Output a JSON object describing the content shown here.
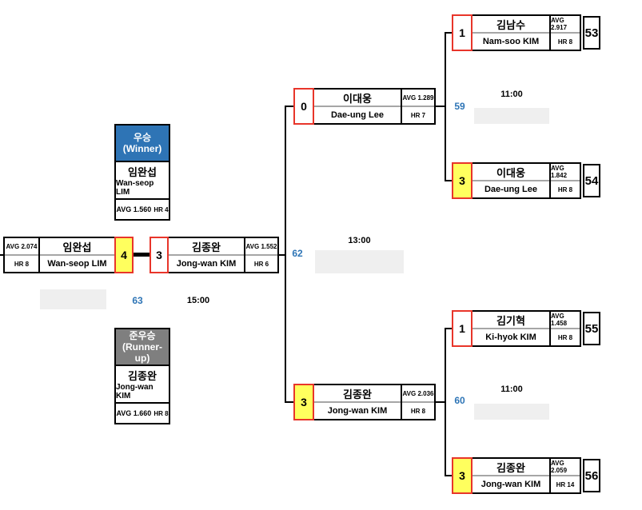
{
  "colors": {
    "blue": "#2e74b5",
    "gray": "#7f7f7f",
    "yellow": "#ffff5e",
    "red": "#e8352a",
    "numblue": "#2e75b6",
    "placeholder": "#efefef",
    "divider": "#a6a6a6"
  },
  "winner_panel": {
    "title_kr": "우승",
    "title_en": "(Winner)",
    "name_kr": "임완섭",
    "name_en": "Wan-seop LIM",
    "avg": "AVG 1.560",
    "hr": "HR 4"
  },
  "runnerup_panel": {
    "title_kr": "준우승",
    "title_en": "(Runner-up)",
    "name_kr": "김종완",
    "name_en": "Jong-wan KIM",
    "avg": "AVG 1.660",
    "hr": "HR 8"
  },
  "matches": {
    "m53": {
      "score": "1",
      "name_kr": "김남수",
      "name_en": "Nam-soo KIM",
      "avg": "AVG 2.917",
      "hr": "HR 8",
      "number": "53"
    },
    "m54": {
      "score": "3",
      "name_kr": "이대웅",
      "name_en": "Dae-ung Lee",
      "avg": "AVG 1.842",
      "hr": "HR 8",
      "number": "54"
    },
    "m55": {
      "score": "1",
      "name_kr": "김기혁",
      "name_en": "Ki-hyok KIM",
      "avg": "AVG 1.458",
      "hr": "HR 8",
      "number": "55"
    },
    "m56": {
      "score": "3",
      "name_kr": "김종완",
      "name_en": "Jong-wan KIM",
      "avg": "AVG 2.059",
      "hr": "HR 14",
      "number": "56"
    },
    "sf_top": {
      "score": "0",
      "name_kr": "이대웅",
      "name_en": "Dae-ung Lee",
      "avg": "AVG 1.289",
      "hr": "HR 7"
    },
    "sf_bottom": {
      "score": "3",
      "name_kr": "김종완",
      "name_en": "Jong-wan KIM",
      "avg": "AVG 2.036",
      "hr": "HR 8"
    },
    "final_left": {
      "score": "4",
      "name_kr": "임완섭",
      "name_en": "Wan-seop LIM",
      "avg": "AVG 2.074",
      "hr": "HR 8"
    },
    "final_right": {
      "score": "3",
      "name_kr": "김종완",
      "name_en": "Jong-wan KIM",
      "avg": "AVG 1.552",
      "hr": "HR 6"
    }
  },
  "schedule": {
    "g59": {
      "number": "59",
      "time": "11:00"
    },
    "g60": {
      "number": "60",
      "time": "11:00"
    },
    "g62": {
      "number": "62",
      "time": "13:00"
    },
    "g63": {
      "number": "63",
      "time": "15:00"
    }
  }
}
